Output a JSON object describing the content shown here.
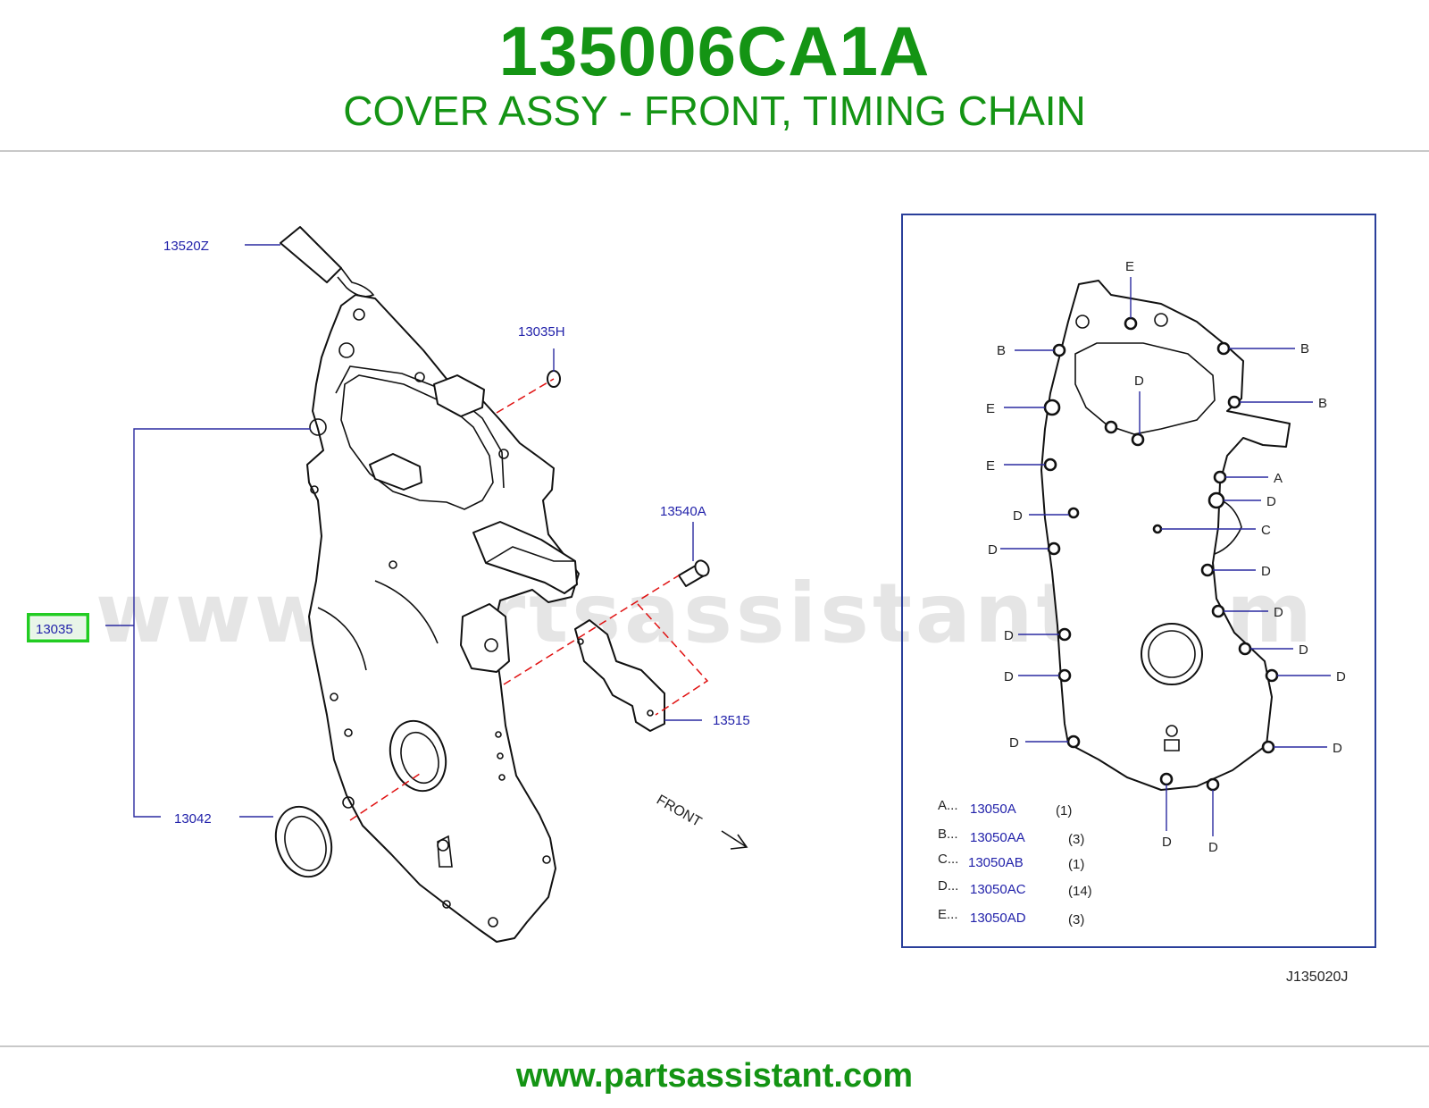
{
  "header": {
    "part_number": "135006CA1A",
    "title": "COVER ASSY - FRONT, TIMING CHAIN"
  },
  "diagram": {
    "callouts": {
      "c13520z": "13520Z",
      "c13035h": "13035H",
      "c13540a": "13540A",
      "c13035": "13035",
      "c13515": "13515",
      "c13042": "13042"
    },
    "direction_label": "FRONT",
    "bolt_letters": {
      "e_top": "E",
      "b_l1": "B",
      "b_r1": "B",
      "b_r2": "B",
      "d_top": "D",
      "e_l1": "E",
      "e_l2": "E",
      "a_r": "A",
      "d_r1": "D",
      "c_r": "C",
      "d_l1": "D",
      "d_l2": "D",
      "d_r2": "D",
      "d_r3": "D",
      "d_l3": "D",
      "d_r4": "D",
      "d_l4": "D",
      "d_r5": "D",
      "d_l5": "D",
      "d_r6": "D",
      "d_b1": "D",
      "d_b2": "D"
    },
    "legend": [
      {
        "key": "A...",
        "part": "13050A",
        "qty": "(1)"
      },
      {
        "key": "B...",
        "part": "13050AA",
        "qty": "(3)"
      },
      {
        "key": "C...",
        "part": "13050AB",
        "qty": "(1)"
      },
      {
        "key": "D...",
        "part": "13050AC",
        "qty": "(14)"
      },
      {
        "key": "E...",
        "part": "13050AD",
        "qty": "(3)"
      }
    ],
    "diagram_code": "J135020J",
    "watermark": "www.partsassistant.com",
    "highlight_color": "#22cc22",
    "callout_color": "#2222aa"
  },
  "footer": {
    "url": "www.partsassistant.com"
  }
}
